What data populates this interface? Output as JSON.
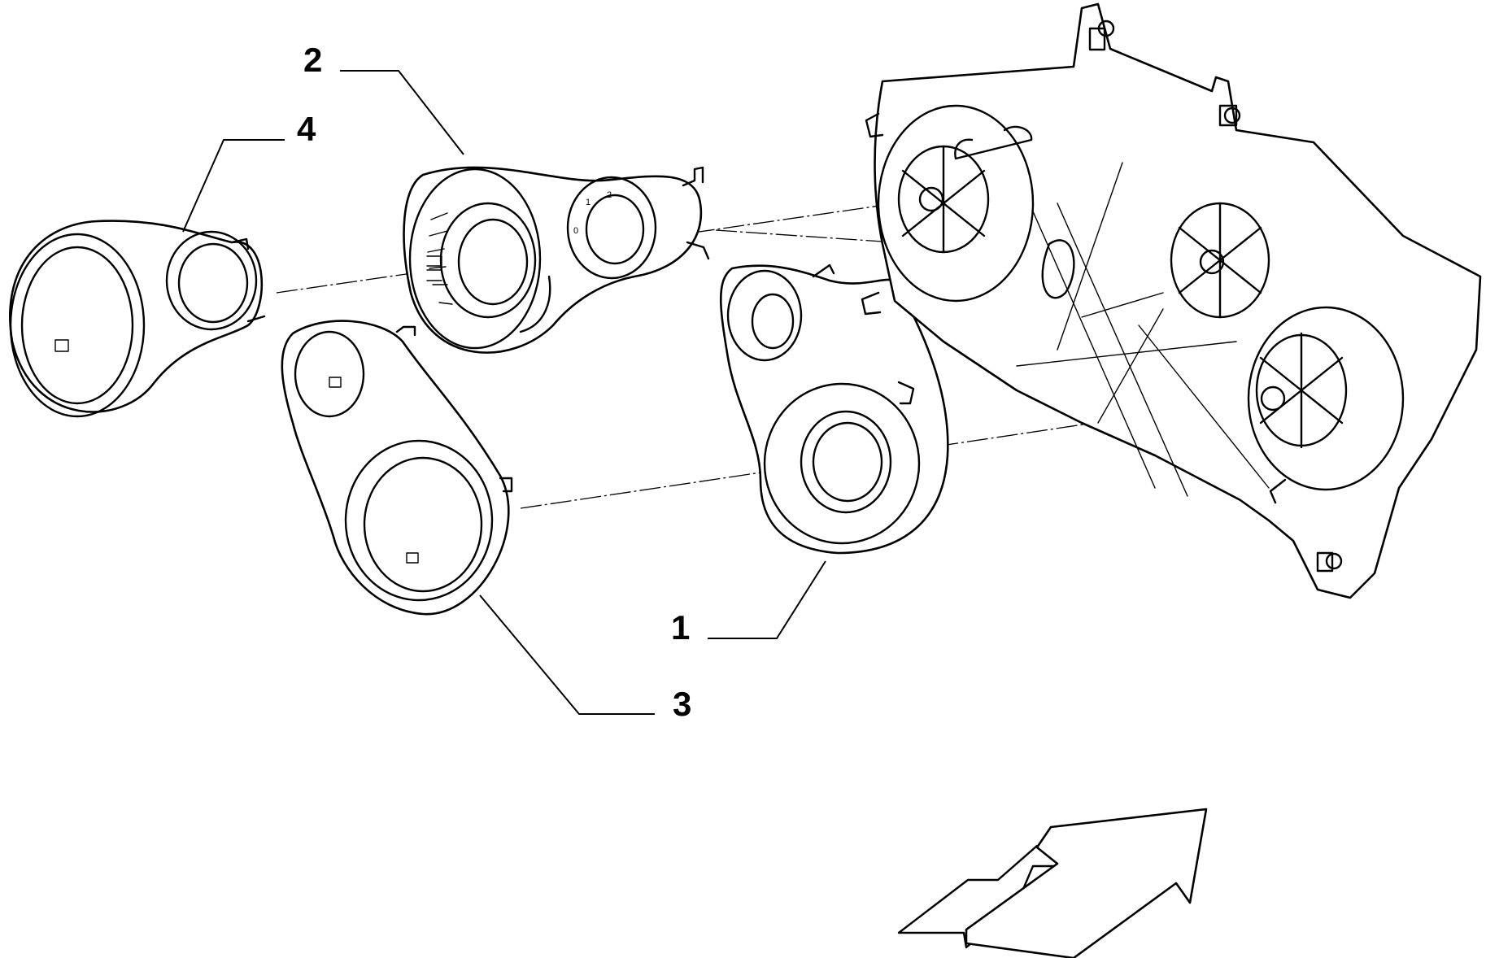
{
  "callouts": {
    "c1": "1",
    "c2": "2",
    "c3": "3",
    "c4": "4"
  },
  "dial_marks": [
    "0",
    "1",
    "2"
  ],
  "colors": {
    "line": "#000000",
    "background": "#ffffff"
  }
}
